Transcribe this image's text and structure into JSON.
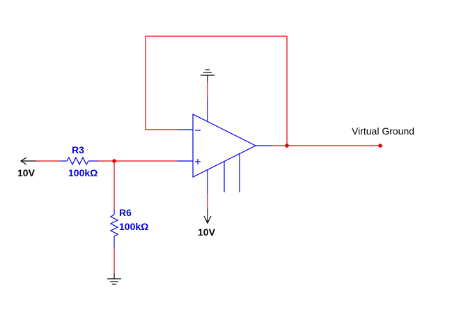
{
  "title": "Op-amp virtual ground circuit",
  "colors": {
    "wire": "#e00000",
    "component": "#0000e6",
    "terminal": "#000000",
    "background": "#ffffff"
  },
  "components": {
    "r3": {
      "ref": "R3",
      "value": "100kΩ",
      "icon": "resistor-icon"
    },
    "r6": {
      "ref": "R6",
      "value": "100kΩ",
      "icon": "resistor-icon"
    },
    "opamp": {
      "icon": "opamp-icon",
      "inverting_symbol": "−",
      "noninverting_symbol": "+"
    }
  },
  "sources": {
    "input_voltage": {
      "label": "10V",
      "icon": "voltage-source-arrow-icon"
    },
    "supply_voltage": {
      "label": "10V",
      "icon": "voltage-source-arrow-icon"
    }
  },
  "grounds": {
    "opamp_top": {
      "icon": "ground-icon"
    },
    "r6_bottom": {
      "icon": "ground-icon"
    }
  },
  "output": {
    "label": "Virtual Ground",
    "icon": "probe-terminal-icon"
  }
}
